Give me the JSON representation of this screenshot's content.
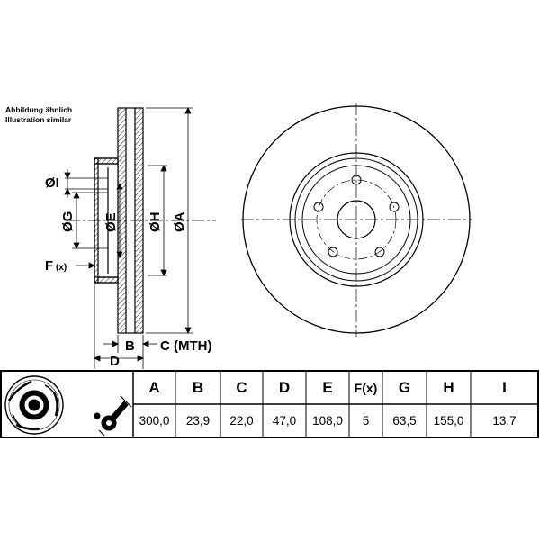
{
  "notes": {
    "line1": "Abbildung ähnlich",
    "line2": "Illustration similar"
  },
  "side_view_labels": {
    "dia_I": "ØI",
    "dia_G": "ØG",
    "dia_E": "ØE",
    "dia_H": "ØH",
    "dia_A": "ØA",
    "f": "F",
    "f_sub": "(x)",
    "b": "B",
    "c": "C (MTH)",
    "d": "D"
  },
  "table": {
    "headers": [
      "A",
      "B",
      "C",
      "D",
      "E",
      "F(x)",
      "G",
      "H",
      "I"
    ],
    "values": [
      "300,0",
      "23,9",
      "22,0",
      "47,0",
      "108,0",
      "5",
      "63,5",
      "155,0",
      "13,7"
    ]
  }
}
